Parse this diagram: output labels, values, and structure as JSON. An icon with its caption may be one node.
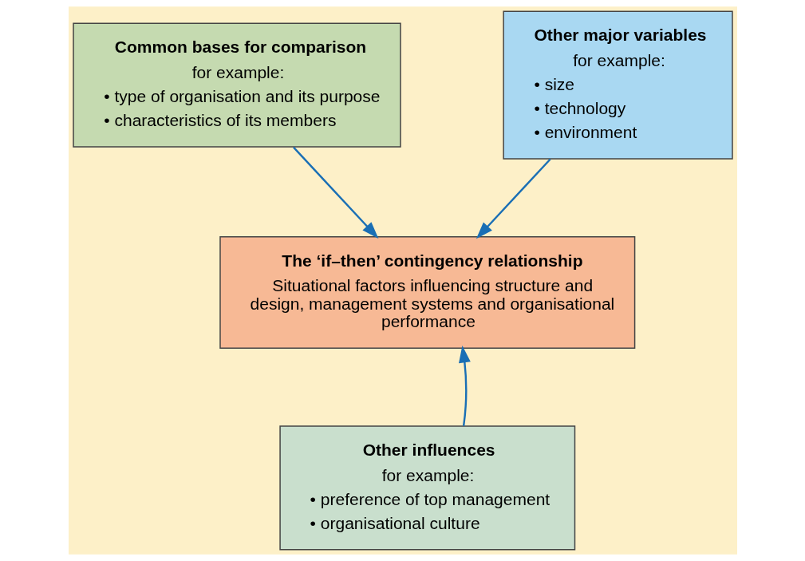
{
  "diagram": {
    "nodes": [
      {
        "text": [
          "Common bases for comparison",
          "for example:",
          "• type of organisation and its purpose",
          "• characteristics of its members"
        ]
      },
      {
        "text": [
          "Other major variables",
          "for example:",
          "• size",
          "• technology",
          "• environment"
        ]
      },
      {
        "text": [
          "The ‘if–then’ contingency relationship",
          "Situational factors influencing structure and design, management systems and organisational performance"
        ]
      },
      {
        "text": [
          "Other influences",
          "for example:",
          "• preference of top management",
          "• organisational culture"
        ]
      }
    ],
    "edges": [
      {
        "from": 0,
        "to": 2,
        "arrow": "to"
      },
      {
        "from": 1,
        "to": 2,
        "arrow": "to"
      },
      {
        "from": 3,
        "to": 2,
        "arrow": "to"
      }
    ]
  }
}
